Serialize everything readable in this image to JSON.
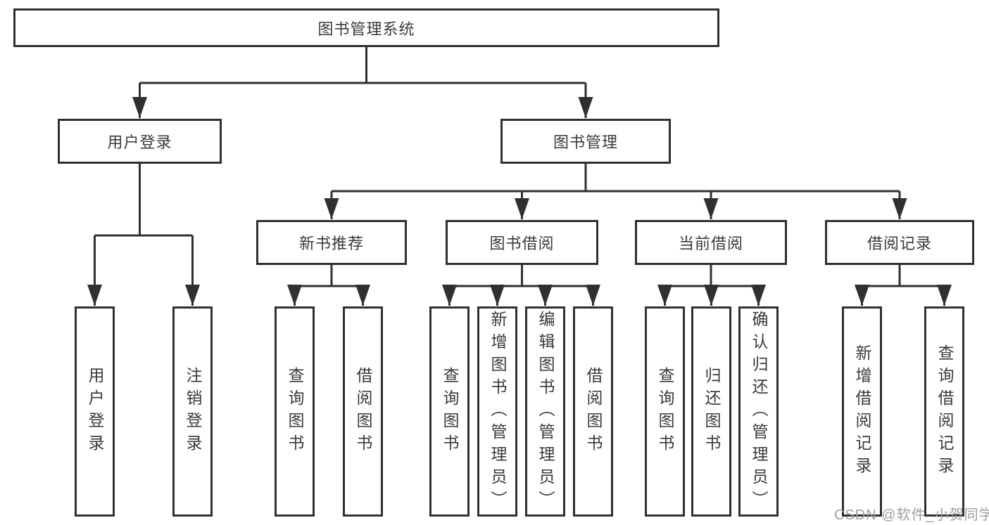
{
  "diagram": {
    "root": {
      "label": "图书管理系统"
    },
    "level2": [
      {
        "label": "用户登录"
      },
      {
        "label": "图书管理"
      }
    ],
    "level3": [
      {
        "label": "新书推荐",
        "parent": "图书管理"
      },
      {
        "label": "图书借阅",
        "parent": "图书管理"
      },
      {
        "label": "当前借阅",
        "parent": "图书管理"
      },
      {
        "label": "借阅记录",
        "parent": "图书管理"
      }
    ],
    "leaves": [
      {
        "label": "用户登录",
        "parent": "用户登录"
      },
      {
        "label": "注销登录",
        "parent": "用户登录"
      },
      {
        "label": "查询图书",
        "parent": "新书推荐"
      },
      {
        "label": "借阅图书",
        "parent": "新书推荐"
      },
      {
        "label": "查询图书",
        "parent": "图书借阅"
      },
      {
        "label": "新增图书（管理员）",
        "parent": "图书借阅"
      },
      {
        "label": "编辑图书（管理员）",
        "parent": "图书借阅"
      },
      {
        "label": "借阅图书",
        "parent": "图书借阅"
      },
      {
        "label": "查询图书",
        "parent": "当前借阅"
      },
      {
        "label": "归还图书",
        "parent": "当前借阅"
      },
      {
        "label": "确认归还（管理员）",
        "parent": "当前借阅"
      },
      {
        "label": "新增借阅记录",
        "parent": "借阅记录"
      },
      {
        "label": "查询借阅记录",
        "parent": "借阅记录"
      }
    ]
  },
  "watermark": {
    "text": "CSDN @软件_小贺同学"
  },
  "colors": {
    "line": "#303030",
    "box_border": "#303030",
    "text": "#3a3a3a",
    "watermark": "#9e9e9e",
    "background": "#ffffff"
  }
}
